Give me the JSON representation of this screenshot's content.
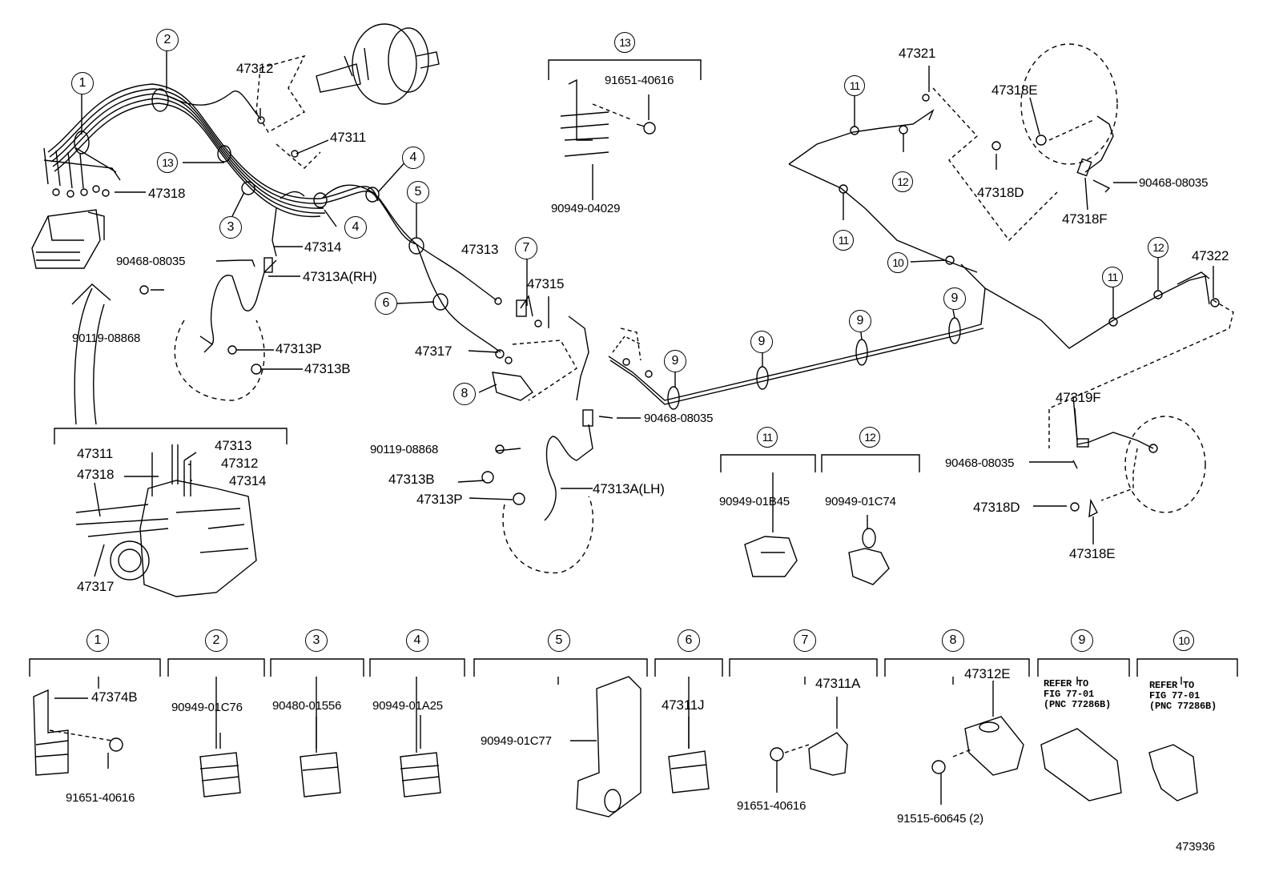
{
  "diagram_id": "473936",
  "parts": {
    "p47312": "47312",
    "p47311": "47311",
    "p47318": "47318",
    "p47314": "47314",
    "p47313A_rh": "47313A(RH)",
    "p90468_a": "90468-08035",
    "p90119_a": "90119-08868",
    "p47313P_a": "47313P",
    "p47313B_a": "47313B",
    "p47313": "47313",
    "p47315": "47315",
    "p47317": "47317",
    "p90468_b": "90468-08035",
    "p90119_b": "90119-08868",
    "p47313B_b": "47313B",
    "p47313P_b": "47313P",
    "p47313A_lh": "47313A(LH)",
    "p91651_top": "91651-40616",
    "p90949_04029": "90949-04029",
    "p47321": "47321",
    "p47318E_a": "47318E",
    "p47318D_a": "47318D",
    "p47318F": "47318F",
    "p90468_c": "90468-08035",
    "p47322": "47322",
    "p47319F": "47319F",
    "p90468_d": "90468-08035",
    "p47318D_b": "47318D",
    "p47318E_b": "47318E",
    "p90949_01B45": "90949-01B45",
    "p90949_01C74": "90949-01C74",
    "inset_47311": "47311",
    "inset_47313": "47313",
    "inset_47318": "47318",
    "inset_47312": "47312",
    "inset_47314": "47314",
    "inset_47317": "47317",
    "b1_47374B": "47374B",
    "b1_91651": "91651-40616",
    "b2": "90949-01C76",
    "b3": "90480-01556",
    "b4": "90949-01A25",
    "b5": "90949-01C77",
    "b6": "47311J",
    "b7_47311A": "47311A",
    "b7_91651": "91651-40616",
    "b8_47312E": "47312E",
    "b8_91515": "91515-60645 (2)",
    "b9_ref": "REFER TO\nFIG 77-01\n(PNC 77286B)",
    "b10_ref": "REFER TO\nFIG 77-01\n(PNC 77286B)"
  },
  "callouts": {
    "c1": "1",
    "c2": "2",
    "c3": "3",
    "c4": "4",
    "c5": "5",
    "c6": "6",
    "c7": "7",
    "c8": "8",
    "c9": "9",
    "c10": "10",
    "c11": "11",
    "c12": "12",
    "c13": "13"
  }
}
